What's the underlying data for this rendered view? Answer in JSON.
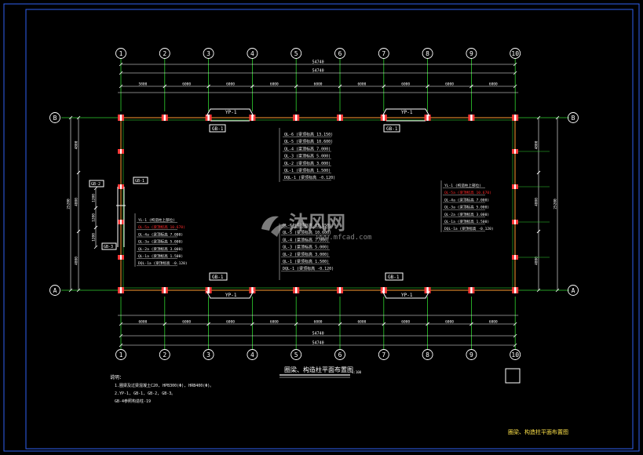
{
  "colors": {
    "frame": "#2f5ff0",
    "axis": "#2fd12f",
    "wall": "#ff9a30",
    "column": "#ff3a3a",
    "text": "#f4f4f4",
    "dim": "#ffffff",
    "highlight": "#ff2a2a",
    "title": "#ffe34a"
  },
  "axes": {
    "columns": [
      "1",
      "2",
      "3",
      "4",
      "5",
      "6",
      "7",
      "8",
      "9",
      "10"
    ],
    "rows": [
      "B",
      "A"
    ]
  },
  "dimensions": {
    "overall_top": "54740",
    "overall_bottom": "54740",
    "bays_top": [
      "5800",
      "6000",
      "6000",
      "6000",
      "6000",
      "6000",
      "6000",
      "6000",
      "6000"
    ],
    "bays_bottom": [
      "6000",
      "6000",
      "6000",
      "6000",
      "6000",
      "6000",
      "6000",
      "6000",
      "6000"
    ],
    "left_overall": "25200",
    "right_overall": "25200",
    "left_parts": [
      "4800",
      "4800",
      "4800"
    ],
    "right_parts": [
      "4800",
      "4800",
      "4800"
    ],
    "left_small": [
      "1200",
      "1200",
      "1200"
    ]
  },
  "beam_labels": {
    "top_left_beam": "YP-1",
    "top_left_tag": "GB-1",
    "top_right_beam": "YP-1",
    "top_right_tag": "GB-1",
    "bottom_left_beam": "YP-1",
    "bottom_left_tag": "GB-1",
    "bottom_right_beam": "YP-1",
    "bottom_right_tag": "GB-1",
    "left_gb2": "GB-2",
    "left_gb1": "GB-1",
    "left_gb3": "GB-3"
  },
  "legend_center_top": [
    "QL-6 (梁顶标高 13.150)",
    "QL-5 (梁顶标高 10.600)",
    "QL-4 (梁顶标高 7.000)",
    "QL-3 (梁顶标高 5.000)",
    "QL-2 (梁顶标高 3.000)",
    "QL-1 (梁顶标高 1.500)",
    "DQL-1 (梁顶标高 -0.120)"
  ],
  "legend_center_bottom": [
    "QL-6 (梁顶标高 13.150)",
    "QL-5 (梁顶标高 10.600)",
    "QL-4 (梁顶标高 7.000)",
    "QL-3 (梁顶标高 5.000)",
    "QL-2 (梁顶标高 3.000)",
    "QL-1 (梁顶标高 1.500)",
    "DQL-1 (梁顶标高 -0.120)"
  ],
  "legend_left": [
    "YL-1 (构造柱上部位)",
    "QL-5a (梁顶标高 10.670)",
    "QL-4a (梁顶标高 7.000)",
    "QL-3a (梁顶标高 5.000)",
    "QL-2a (梁顶标高 3.000)",
    "QL-1a (梁顶标高 1.500)",
    "DQL-1a (梁顶标高 -0.120)"
  ],
  "legend_right": [
    "YL-1 (构造柱上部位)",
    "QL-5a (梁顶标高 10.670)",
    "QL-4a (梁顶标高 7.000)",
    "QL-3a (梁顶标高 5.000)",
    "QL-2a (梁顶标高 3.000)",
    "QL-1a (梁顶标高 1.500)",
    "DQL-1a (梁顶标高 -0.120)"
  ],
  "drawing_title": "圈梁、构造柱平面布置图",
  "drawing_scale": "1:100",
  "notes": {
    "heading": "说明：",
    "lines": [
      "1.圈梁及过梁混凝土C20, HPB300(Φ), HRB400(Φ)。",
      "2.YP-1, GB-1, GB-2, GB-3。",
      "GB-4参照构造柱-19"
    ]
  },
  "sheet_title": "圈梁、构造柱平面布置图",
  "watermark": {
    "brand": "沐风网",
    "url": "www.mfcad.com"
  }
}
